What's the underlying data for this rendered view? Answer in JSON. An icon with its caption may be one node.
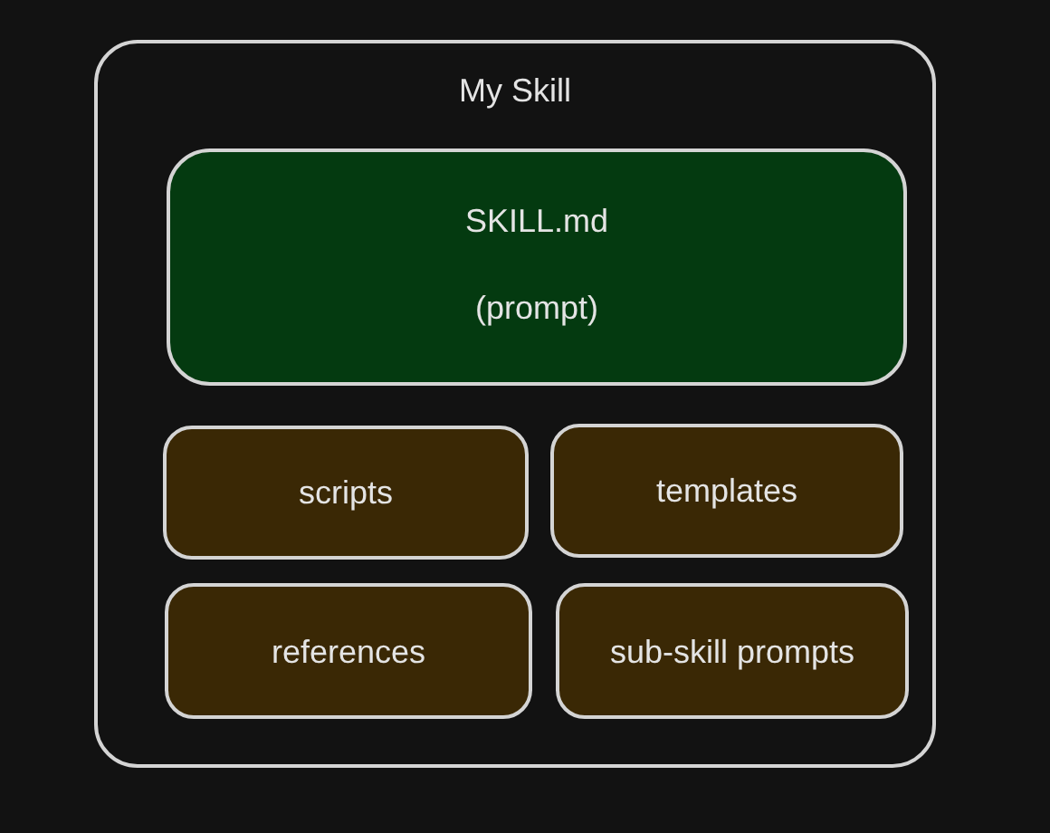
{
  "diagram": {
    "nodes": [
      {
        "text": [
          "My Skill"
        ]
      },
      {
        "text": [
          "SKILL.md",
          "(prompt)"
        ],
        "in": 0
      },
      {
        "text": [
          "scripts"
        ],
        "in": 0
      },
      {
        "text": [
          "templates"
        ],
        "in": 0
      },
      {
        "text": [
          "references"
        ],
        "in": 0
      },
      {
        "text": [
          "sub-skill prompts"
        ],
        "in": 0
      }
    ]
  }
}
